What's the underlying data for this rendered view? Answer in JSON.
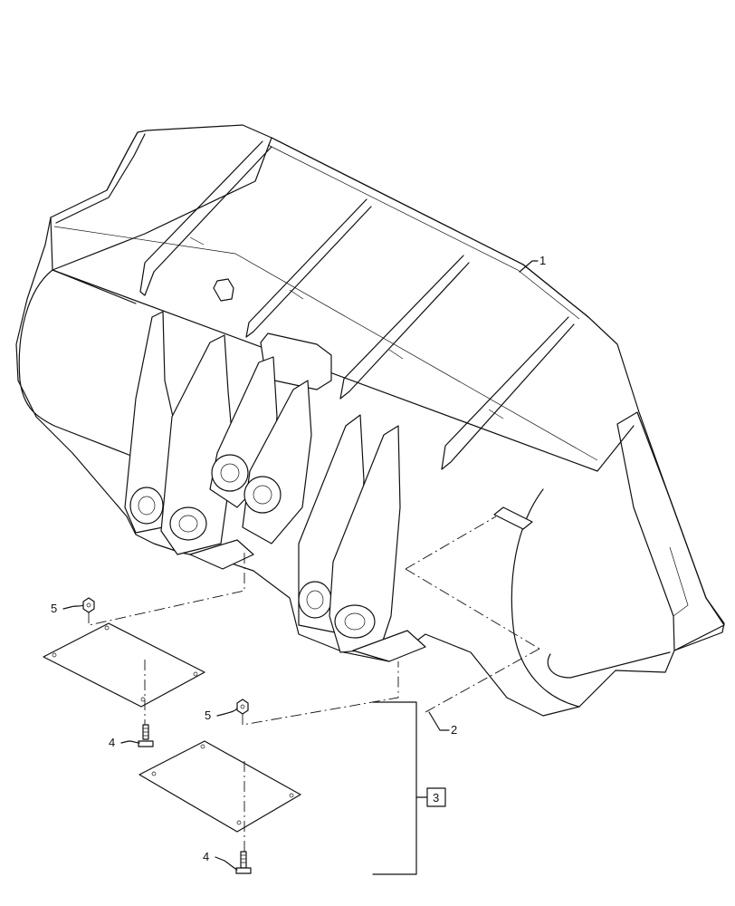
{
  "callouts": {
    "c1": "1",
    "c2": "2",
    "c3": "3",
    "c4a": "4",
    "c4b": "4",
    "c5a": "5",
    "c5b": "5"
  },
  "colors": {
    "line": "#111111",
    "background": "#ffffff"
  }
}
